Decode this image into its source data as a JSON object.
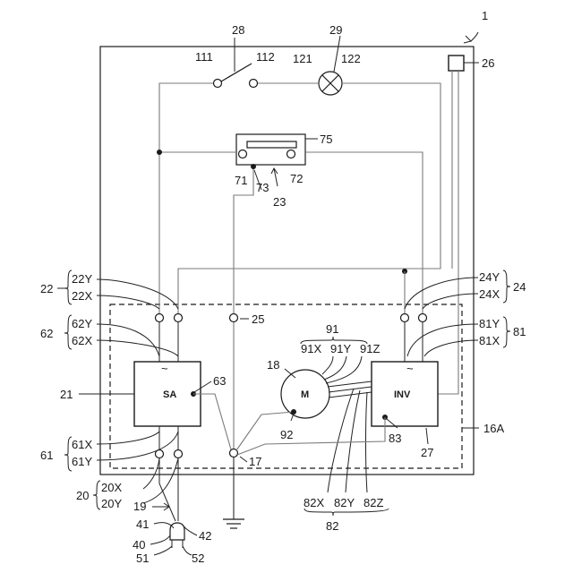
{
  "components": {
    "sa_box": "SA",
    "inv_box": "INV",
    "motor": "M",
    "tilde": "~"
  },
  "labels": {
    "l1": "1",
    "l26": "26",
    "l28": "28",
    "l29": "29",
    "l111": "111",
    "l112": "112",
    "l121": "121",
    "l122": "122",
    "l75": "75",
    "l71": "71",
    "l72": "72",
    "l73": "73",
    "l23": "23",
    "l22": "22",
    "l22Y": "22Y",
    "l22X": "22X",
    "l24": "24",
    "l24Y": "24Y",
    "l24X": "24X",
    "l25": "25",
    "l62": "62",
    "l62Y": "62Y",
    "l62X": "62X",
    "l81": "81",
    "l81Y": "81Y",
    "l81X": "81X",
    "l91": "91",
    "l91X": "91X",
    "l91Y": "91Y",
    "l91Z": "91Z",
    "l18": "18",
    "l21": "21",
    "l63": "63",
    "l92": "92",
    "l83": "83",
    "l27": "27",
    "l16A": "16A",
    "l17": "17",
    "l61": "61",
    "l61X": "61X",
    "l61Y": "61Y",
    "l20": "20",
    "l20X": "20X",
    "l20Y": "20Y",
    "l19": "19",
    "l82X": "82X",
    "l82Y": "82Y",
    "l82Z": "82Z",
    "l82": "82",
    "l41": "41",
    "l42": "42",
    "l40": "40",
    "l51": "51",
    "l52": "52"
  }
}
